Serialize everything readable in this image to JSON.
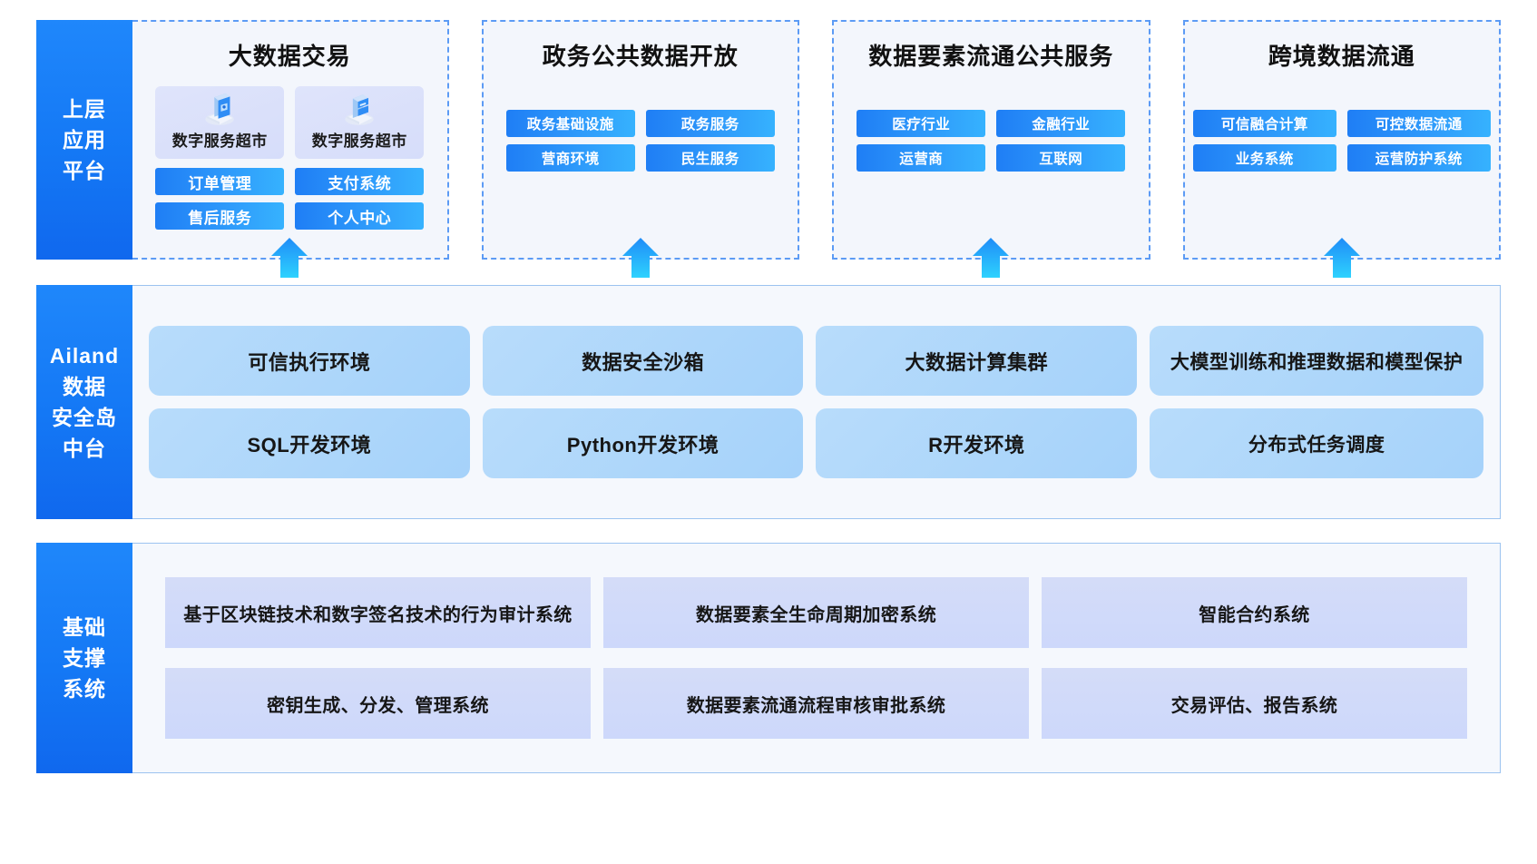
{
  "layers": [
    {
      "id": "upper-application-platform",
      "label_lines": [
        "上层",
        "应用",
        "平台"
      ],
      "panels": [
        {
          "title": "大数据交易",
          "icon_cards": [
            {
              "label": "数字服务超市",
              "icon": "server-monitor-icon"
            },
            {
              "label": "数字服务超市",
              "icon": "server-storage-icon"
            }
          ],
          "pills": [
            "订单管理",
            "支付系统",
            "售后服务",
            "个人中心"
          ]
        },
        {
          "title": "政务公共数据开放",
          "icon_cards": [],
          "pills": [
            "政务基础设施",
            "政务服务",
            "营商环境",
            "民生服务"
          ]
        },
        {
          "title": "数据要素流通公共服务",
          "icon_cards": [],
          "pills": [
            "医疗行业",
            "金融行业",
            "运营商",
            "互联网"
          ]
        },
        {
          "title": "跨境数据流通",
          "icon_cards": [],
          "pills": [
            "可信融合计算",
            "可控数据流通",
            "业务系统",
            "运营防护系统"
          ]
        }
      ]
    },
    {
      "id": "ailand-data-security-island-platform",
      "label_lines": [
        "Ailand",
        "数据",
        "安全岛",
        "中台"
      ],
      "rows": [
        [
          "可信执行环境",
          "数据安全沙箱",
          "大数据计算集群",
          "大模型训练和推理数据和模型保护"
        ],
        [
          "SQL开发环境",
          "Python开发环境",
          "R开发环境",
          "分布式任务调度"
        ]
      ]
    },
    {
      "id": "foundation-support-system",
      "label_lines": [
        "基础",
        "支撑",
        "系统"
      ],
      "rows": [
        [
          "基于区块链技术和数字签名技术的行为审计系统",
          "数据要素全生命周期加密系统",
          "智能合约系统"
        ],
        [
          "密钥生成、分发、管理系统",
          "数据要素流通流程审核审批系统",
          "交易评估、报告系统"
        ]
      ]
    }
  ],
  "arrows": {
    "count": 4,
    "direction": "up",
    "name": "upward-flow-arrow"
  },
  "colors": {
    "brand_blue": "#1478f5",
    "pill_gradient_start": "#1f7ef5",
    "pill_gradient_end": "#36b2fe",
    "mid_card": "#a5d2fa",
    "bottom_card": "#cdd8fb",
    "panel_bg": "#f3f6fc",
    "panel_border_dashed": "#5c9bf5",
    "container_border": "#9cc3f0",
    "arrow_gradient_start": "#2ed2fe",
    "arrow_gradient_end": "#1f8cf8"
  }
}
